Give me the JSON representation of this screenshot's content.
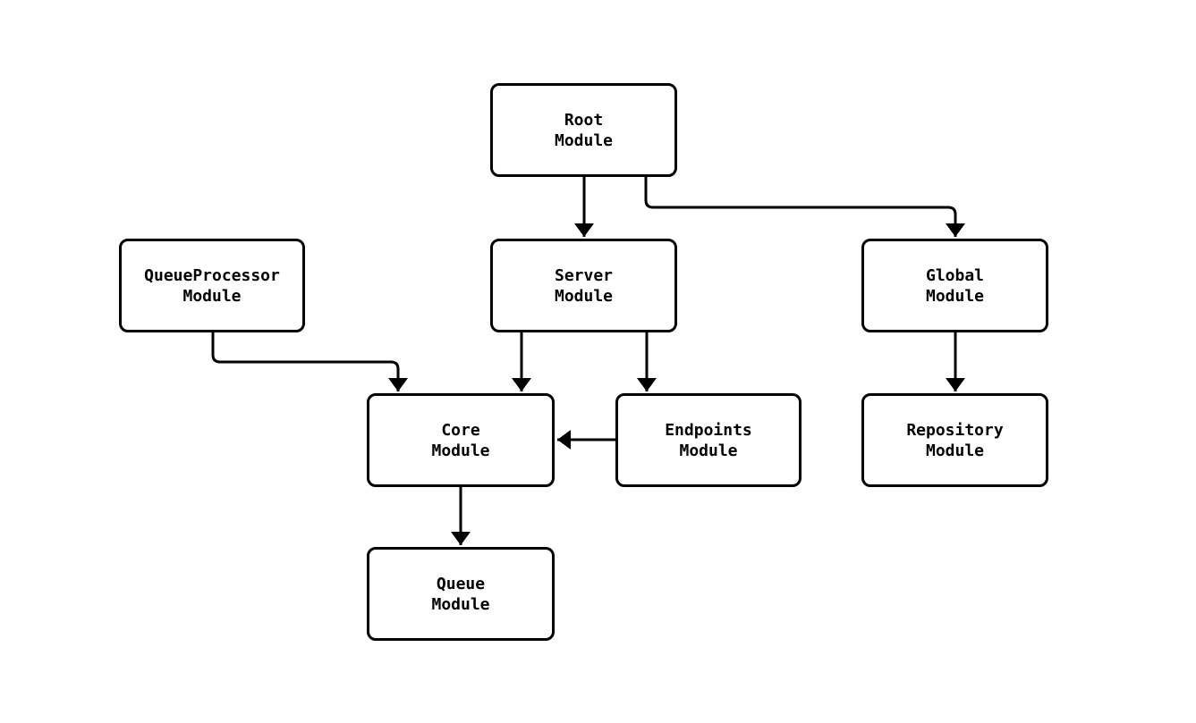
{
  "canvas": {
    "background_color": "#ffffff",
    "stroke_color": "#000000"
  },
  "nodes": {
    "root": {
      "line1": "Root",
      "line2": "Module"
    },
    "queueprocessor": {
      "line1": "QueueProcessor",
      "line2": "Module"
    },
    "server": {
      "line1": "Server",
      "line2": "Module"
    },
    "global": {
      "line1": "Global",
      "line2": "Module"
    },
    "core": {
      "line1": "Core",
      "line2": "Module"
    },
    "endpoints": {
      "line1": "Endpoints",
      "line2": "Module"
    },
    "repository": {
      "line1": "Repository",
      "line2": "Module"
    },
    "queue": {
      "line1": "Queue",
      "line2": "Module"
    }
  },
  "edges": [
    {
      "from": "Root Module",
      "to": "Server Module"
    },
    {
      "from": "Root Module",
      "to": "Global Module"
    },
    {
      "from": "QueueProcessor Module",
      "to": "Core Module"
    },
    {
      "from": "Server Module",
      "to": "Core Module"
    },
    {
      "from": "Server Module",
      "to": "Endpoints Module"
    },
    {
      "from": "Endpoints Module",
      "to": "Core Module"
    },
    {
      "from": "Core Module",
      "to": "Queue Module"
    },
    {
      "from": "Global Module",
      "to": "Repository Module"
    }
  ]
}
